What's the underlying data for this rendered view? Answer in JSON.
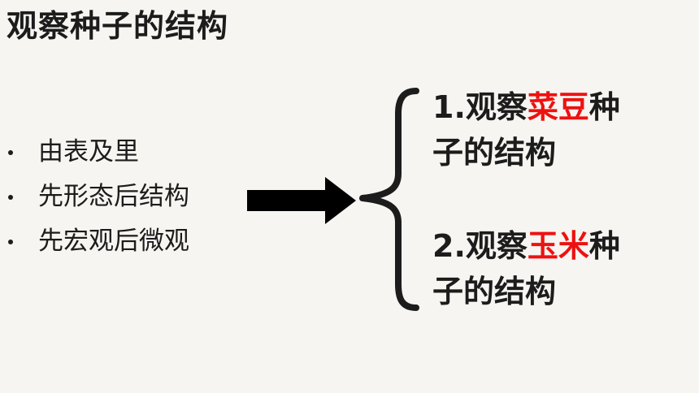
{
  "slide": {
    "title": "观察种子的结构",
    "bullets": [
      {
        "text": "由表及里"
      },
      {
        "text": "先形态后结构"
      },
      {
        "text": "先宏观后微观"
      }
    ],
    "points": [
      {
        "prefix": "1.观察",
        "highlight": "菜豆",
        "middle": "种",
        "suffix": "子的结构"
      },
      {
        "prefix": "2.观察",
        "highlight": "玉米",
        "middle": "种",
        "suffix": "子的结构"
      }
    ],
    "colors": {
      "highlight": "#ee1111",
      "text": "#1c1c1c",
      "background": "#f6f5f1"
    },
    "icons": {
      "arrow": "right-arrow-icon",
      "brace": "left-curly-brace"
    }
  }
}
